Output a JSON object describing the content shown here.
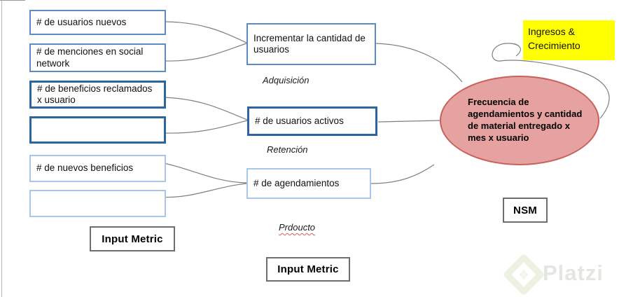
{
  "diagram": {
    "left_boxes": [
      {
        "label": "# de usuarios nuevos"
      },
      {
        "label": "# de menciones en social network"
      },
      {
        "label": "# de beneficios reclamados x usuario"
      },
      {
        "label": ""
      },
      {
        "label": "# de nuevos beneficios"
      },
      {
        "label": ""
      }
    ],
    "stage_boxes": [
      {
        "label": "Incrementar la cantidad de usuarios",
        "stage": "Adquisición"
      },
      {
        "label": "# de usuarios activos",
        "stage": "Retención"
      },
      {
        "label": "# de agendamientos",
        "stage": "Prdoucto"
      }
    ],
    "nsm_ellipse": {
      "label": "Frecuencia de agendamientos y cantidad de material entregado x mes x usuario",
      "fill": "#e5a2a0",
      "border": "#c9605c"
    },
    "goal_note": {
      "line1": "Ingresos &",
      "line2": "Crecimiento",
      "bg": "#ffff00"
    },
    "nsm_box": {
      "label": "NSM"
    },
    "legend": {
      "input_metric_left": "Input Metric",
      "input_metric_center": "Input Metric"
    },
    "watermark": {
      "brand": "Platzi"
    },
    "colors": {
      "accent_blue_medium": "#5b8bc4",
      "accent_blue_dark": "#2b66a0",
      "accent_blue_light": "#a9c6e8",
      "connector_gray": "#7f7f7f",
      "note_yellow": "#ffff00",
      "ellipse_fill": "#e5a2a0",
      "ellipse_border": "#c9605c"
    }
  }
}
